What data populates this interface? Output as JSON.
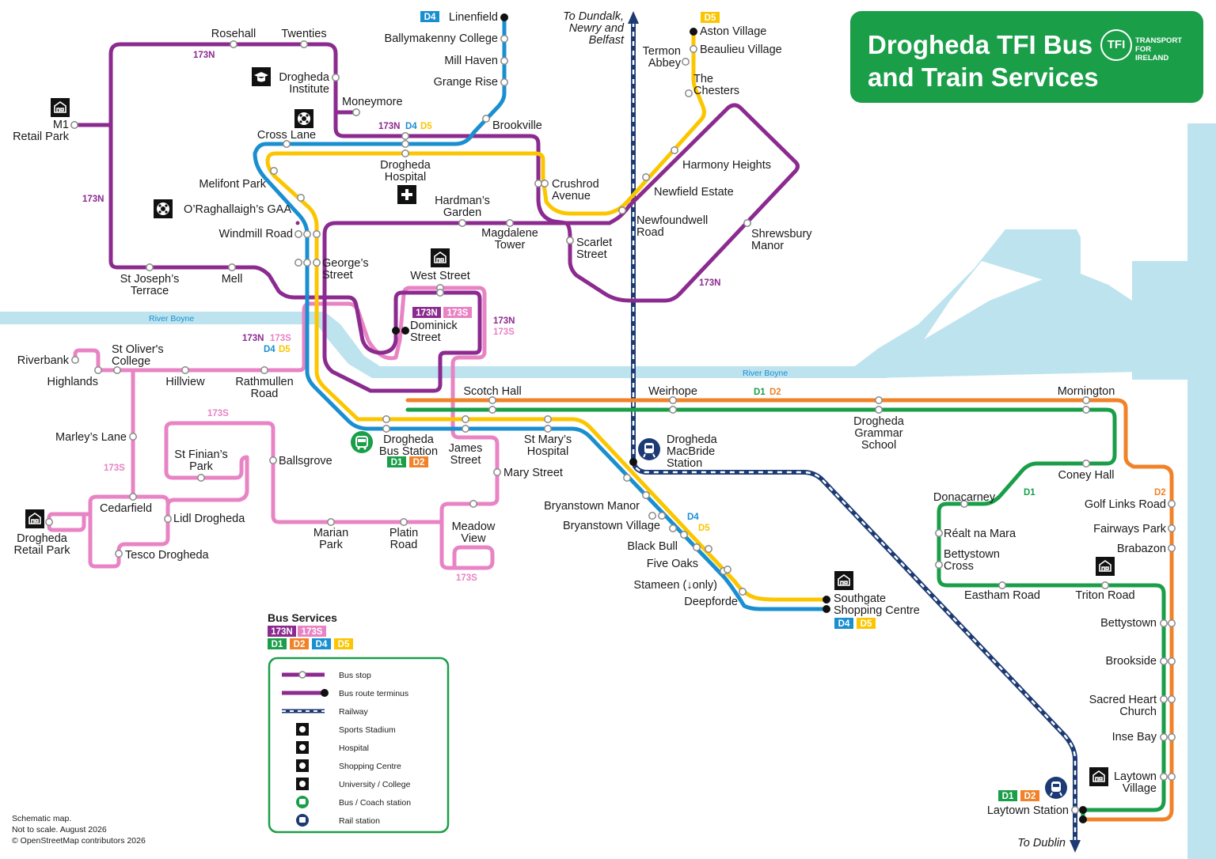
{
  "title": {
    "line1": "Drogheda TFI Bus",
    "line2": "and Train Services",
    "logo_text": "TFI",
    "logo_name": [
      "TRANSPORT",
      "FOR",
      "IRELAND"
    ]
  },
  "colors": {
    "173N": "#8b2a8f",
    "173S": "#e883c4",
    "D1": "#1a9e48",
    "D2": "#f0832a",
    "D4": "#1a8fd0",
    "D5": "#fbc600",
    "railway": "#1c3a73",
    "river": "#bde3ee"
  },
  "rivers": [
    "River Boyne",
    "River Boyne"
  ],
  "directions": {
    "north": [
      "To Dundalk,",
      "Newry and",
      "Belfast"
    ],
    "south": "To Dublin"
  },
  "stops": [
    {
      "id": "linenfield",
      "label": [
        "Linenfield"
      ]
    },
    {
      "id": "ballymakenny",
      "label": [
        "Ballymakenny College"
      ]
    },
    {
      "id": "millhaven",
      "label": [
        "Mill Haven"
      ]
    },
    {
      "id": "grangerise",
      "label": [
        "Grange Rise"
      ]
    },
    {
      "id": "brookville",
      "label": [
        "Brookville"
      ]
    },
    {
      "id": "rosehall",
      "label": [
        "Rosehall"
      ]
    },
    {
      "id": "twenties",
      "label": [
        "Twenties"
      ]
    },
    {
      "id": "droghedainstitute",
      "label": [
        "Drogheda",
        "Institute"
      ]
    },
    {
      "id": "moneymore",
      "label": [
        "Moneymore"
      ]
    },
    {
      "id": "m1retail",
      "label": [
        "M1",
        "Retail Park"
      ]
    },
    {
      "id": "crosslane",
      "label": [
        "Cross Lane"
      ]
    },
    {
      "id": "droghedahospital",
      "label": [
        "Drogheda",
        "Hospital"
      ]
    },
    {
      "id": "melifont",
      "label": [
        "Melifont Park"
      ]
    },
    {
      "id": "oraghallaigh",
      "label": [
        "O’Raghallaigh’s GAA"
      ]
    },
    {
      "id": "windmill",
      "label": [
        "Windmill Road"
      ]
    },
    {
      "id": "hardmans",
      "label": [
        "Hardman’s",
        "Garden"
      ]
    },
    {
      "id": "magdalene",
      "label": [
        "Magdalene",
        "Tower"
      ]
    },
    {
      "id": "crushrod",
      "label": [
        "Crushrod",
        "Avenue"
      ]
    },
    {
      "id": "scarlet",
      "label": [
        "Scarlet",
        "Street"
      ]
    },
    {
      "id": "georges",
      "label": [
        "George’s",
        "Street"
      ]
    },
    {
      "id": "stjosephs",
      "label": [
        "St Joseph’s",
        "Terrace"
      ]
    },
    {
      "id": "mell",
      "label": [
        "Mell"
      ]
    },
    {
      "id": "weststreet",
      "label": [
        "West Street"
      ]
    },
    {
      "id": "dominick",
      "label": [
        "Dominick",
        "Street"
      ]
    },
    {
      "id": "termon",
      "label": [
        "Termon",
        "Abbey"
      ]
    },
    {
      "id": "aston",
      "label": [
        "Aston Village"
      ]
    },
    {
      "id": "beaulieu",
      "label": [
        "Beaulieu Village"
      ]
    },
    {
      "id": "chesters",
      "label": [
        "The",
        "Chesters"
      ]
    },
    {
      "id": "harmony",
      "label": [
        "Harmony Heights"
      ]
    },
    {
      "id": "newfield",
      "label": [
        "Newfield Estate"
      ]
    },
    {
      "id": "newfoundwell",
      "label": [
        "Newfoundwell",
        "Road"
      ]
    },
    {
      "id": "shrewsbury",
      "label": [
        "Shrewsbury",
        "Manor"
      ]
    },
    {
      "id": "riverbank",
      "label": [
        "Riverbank"
      ]
    },
    {
      "id": "highlands",
      "label": [
        "Highlands"
      ]
    },
    {
      "id": "stolivers",
      "label": [
        "St Oliver's",
        "College"
      ]
    },
    {
      "id": "hillview",
      "label": [
        "Hillview"
      ]
    },
    {
      "id": "rathmullen",
      "label": [
        "Rathmullen",
        "Road"
      ]
    },
    {
      "id": "scotchhall",
      "label": [
        "Scotch Hall"
      ]
    },
    {
      "id": "weirhope",
      "label": [
        "Weirhope"
      ]
    },
    {
      "id": "mornington",
      "label": [
        "Mornington"
      ]
    },
    {
      "id": "grammar",
      "label": [
        "Drogheda",
        "Grammar",
        "School"
      ]
    },
    {
      "id": "busstation",
      "label": [
        "Drogheda",
        "Bus Station"
      ]
    },
    {
      "id": "jamesstreet",
      "label": [
        "James",
        "Street"
      ]
    },
    {
      "id": "stmarys",
      "label": [
        "St Mary’s",
        "Hospital"
      ]
    },
    {
      "id": "macbride",
      "label": [
        "Drogheda",
        "MacBride",
        "Station"
      ]
    },
    {
      "id": "marleys",
      "label": [
        "Marley’s Lane"
      ]
    },
    {
      "id": "stfinians",
      "label": [
        "St Finian’s",
        "Park"
      ]
    },
    {
      "id": "ballsgrove",
      "label": [
        "Ballsgrove"
      ]
    },
    {
      "id": "marystreet",
      "label": [
        "Mary Street"
      ]
    },
    {
      "id": "cedarfield",
      "label": [
        "Cedarfield"
      ]
    },
    {
      "id": "lidl",
      "label": [
        "Lidl Drogheda"
      ]
    },
    {
      "id": "droghedaretail",
      "label": [
        "Drogheda",
        "Retail Park"
      ]
    },
    {
      "id": "tesco",
      "label": [
        "Tesco Drogheda"
      ]
    },
    {
      "id": "marianpark",
      "label": [
        "Marian",
        "Park"
      ]
    },
    {
      "id": "platinroad",
      "label": [
        "Platin",
        "Road"
      ]
    },
    {
      "id": "meadowview",
      "label": [
        "Meadow",
        "View"
      ]
    },
    {
      "id": "bryanstownmanor",
      "label": [
        "Bryanstown Manor"
      ]
    },
    {
      "id": "bryanstownvillage",
      "label": [
        "Bryanstown Village"
      ]
    },
    {
      "id": "blackbull",
      "label": [
        "Black Bull"
      ]
    },
    {
      "id": "fiveoaks",
      "label": [
        "Five Oaks"
      ]
    },
    {
      "id": "stameen",
      "label": [
        "Stameen (↓only)"
      ]
    },
    {
      "id": "deepforde",
      "label": [
        "Deepforde"
      ]
    },
    {
      "id": "southgate",
      "label": [
        "Southgate",
        "Shopping Centre"
      ]
    },
    {
      "id": "coneyhall",
      "label": [
        "Coney Hall"
      ]
    },
    {
      "id": "donacarney",
      "label": [
        "Donacarney"
      ]
    },
    {
      "id": "realtnamara",
      "label": [
        "Réalt na Mara"
      ]
    },
    {
      "id": "bettystowncross",
      "label": [
        "Bettystown",
        "Cross"
      ]
    },
    {
      "id": "golflinks",
      "label": [
        "Golf Links Road"
      ]
    },
    {
      "id": "fairwayspark",
      "label": [
        "Fairways Park"
      ]
    },
    {
      "id": "brabazon",
      "label": [
        "Brabazon"
      ]
    },
    {
      "id": "easthamroad",
      "label": [
        "Eastham Road"
      ]
    },
    {
      "id": "tritonroad",
      "label": [
        "Triton Road"
      ]
    },
    {
      "id": "bettystown",
      "label": [
        "Bettystown"
      ]
    },
    {
      "id": "brookside",
      "label": [
        "Brookside"
      ]
    },
    {
      "id": "sacredheart",
      "label": [
        "Sacred Heart",
        "Church"
      ]
    },
    {
      "id": "insebay",
      "label": [
        "Inse Bay"
      ]
    },
    {
      "id": "laytownvillage",
      "label": [
        "Laytown",
        "Village"
      ]
    },
    {
      "id": "laytownstation",
      "label": [
        "Laytown Station"
      ]
    }
  ],
  "legend": {
    "heading": "Bus Services",
    "routes": [
      "173N",
      "173S",
      "D1",
      "D2",
      "D4",
      "D5"
    ],
    "items": [
      {
        "icon": "bus-stop",
        "label": "Bus stop"
      },
      {
        "icon": "bus-terminus",
        "label": "Bus route terminus"
      },
      {
        "icon": "railway",
        "label": "Railway"
      },
      {
        "icon": "sports-stadium",
        "label": "Sports Stadium"
      },
      {
        "icon": "hospital",
        "label": "Hospital"
      },
      {
        "icon": "shopping-centre",
        "label": "Shopping Centre"
      },
      {
        "icon": "university",
        "label": "University / College"
      },
      {
        "icon": "bus-station",
        "label": "Bus / Coach station"
      },
      {
        "icon": "rail-station",
        "label": "Rail station"
      }
    ]
  },
  "footnote": [
    "Schematic map.",
    "Not to scale. August 2026",
    "© OpenStreetMap contributors 2026"
  ]
}
